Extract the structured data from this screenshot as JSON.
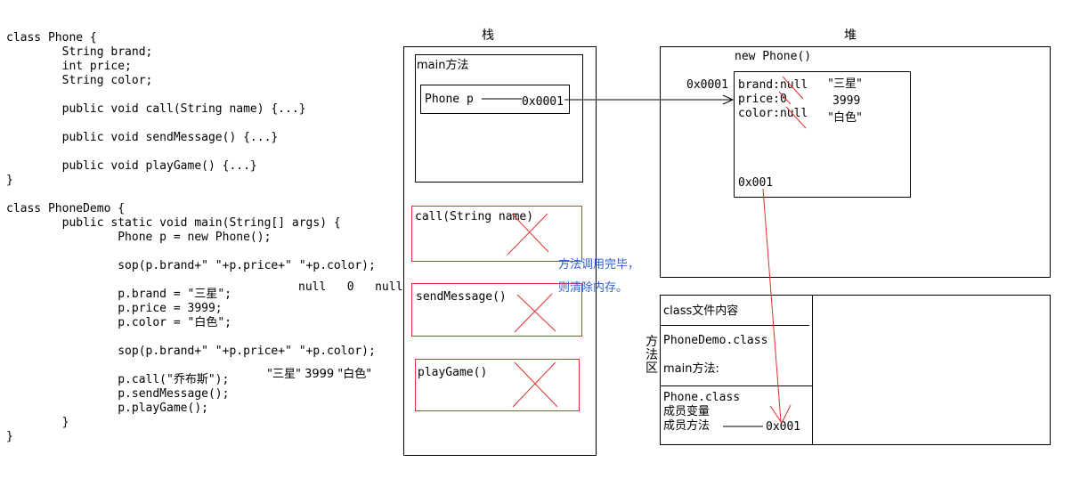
{
  "code_lines": [
    "class Phone {",
    "        String brand;",
    "        int price;",
    "        String color;",
    "",
    "        public void call(String name) {...}",
    "",
    "        public void sendMessage() {...}",
    "",
    "        public void playGame() {...}",
    "}",
    "",
    "class PhoneDemo {",
    "        public static void main(String[] args) {",
    "                Phone p = new Phone();",
    "",
    "                sop(p.brand+\" \"+p.price+\" \"+p.color);",
    "",
    "                p.brand = \"三星\";",
    "                p.price = 3999;",
    "                p.color = \"白色\";",
    "",
    "                sop(p.brand+\" \"+p.price+\" \"+p.color);",
    "",
    "                p.call(\"乔布斯\");",
    "                p.sendMessage();",
    "                p.playGame();",
    "        }",
    "}"
  ],
  "output1": "null   0   null",
  "output2": "\"三星\" 3999 \"白色\"",
  "stack": {
    "title": "栈",
    "main_label": "main方法",
    "var_label": "Phone p",
    "var_value": "0x0001",
    "frames": [
      "call(String name)",
      "sendMessage()",
      "playGame()"
    ],
    "note_line1": "方法调用完毕，",
    "note_line2": "则清除内存。"
  },
  "heap": {
    "title": "堆",
    "object_label": "new Phone()",
    "address": "0x0001",
    "fields": [
      "brand:null",
      "price:0",
      "color:null"
    ],
    "new_values": [
      "\"三星\"",
      "3999",
      "\"白色\""
    ],
    "method_ref": "0x001"
  },
  "method_area": {
    "title_chars": [
      "方",
      "法",
      "区"
    ],
    "header": "class文件内容",
    "demo_class": "PhoneDemo.class",
    "main_method": "main方法:",
    "phone_class": "Phone.class",
    "member_vars": "成员变量",
    "member_methods": "成员方法",
    "method_addr": "0x001"
  },
  "colors": {
    "line": "#000000",
    "red": "#e03030",
    "note": "#2f5fd0"
  }
}
